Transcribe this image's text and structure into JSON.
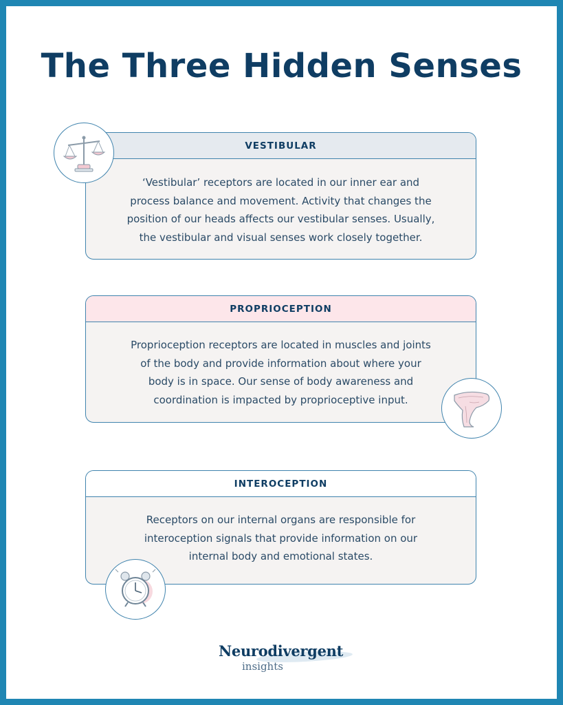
{
  "title": "The Three Hidden Senses",
  "cards": {
    "vestibular": {
      "heading": "VESTIBULAR",
      "lines": [
        "‘Vestibular’ receptors are located in our inner ear and",
        "process balance and movement. Activity that changes the",
        "position of our heads affects our vestibular senses. Usually,",
        "the vestibular and visual senses work closely together."
      ],
      "icon": "balance-scale-icon"
    },
    "proprioception": {
      "heading": "PROPRIOCEPTION",
      "lines": [
        "Proprioception receptors are located in muscles and joints",
        "of the body and provide information about where your",
        "body is in space. Our sense of body awareness and",
        "coordination is impacted by proprioceptive input."
      ],
      "icon": "leg-icon"
    },
    "interoception": {
      "heading": "INTEROCEPTION",
      "lines": [
        "Receptors on our internal organs are responsible for",
        "interoception signals that provide information on our",
        "internal body and emotional states."
      ],
      "icon": "alarm-clock-icon"
    }
  },
  "logo": {
    "main": "Neurodivergent",
    "sub": "insights"
  },
  "colors": {
    "frame": "#1f86b3",
    "title": "#0f3d63",
    "vestibular_header": "#e5eaef",
    "proprioception_header": "#fde6ea",
    "interoception_header": "#ffffff",
    "card_body": "#f5f3f2",
    "accent_pink": "#f3c9d2"
  }
}
